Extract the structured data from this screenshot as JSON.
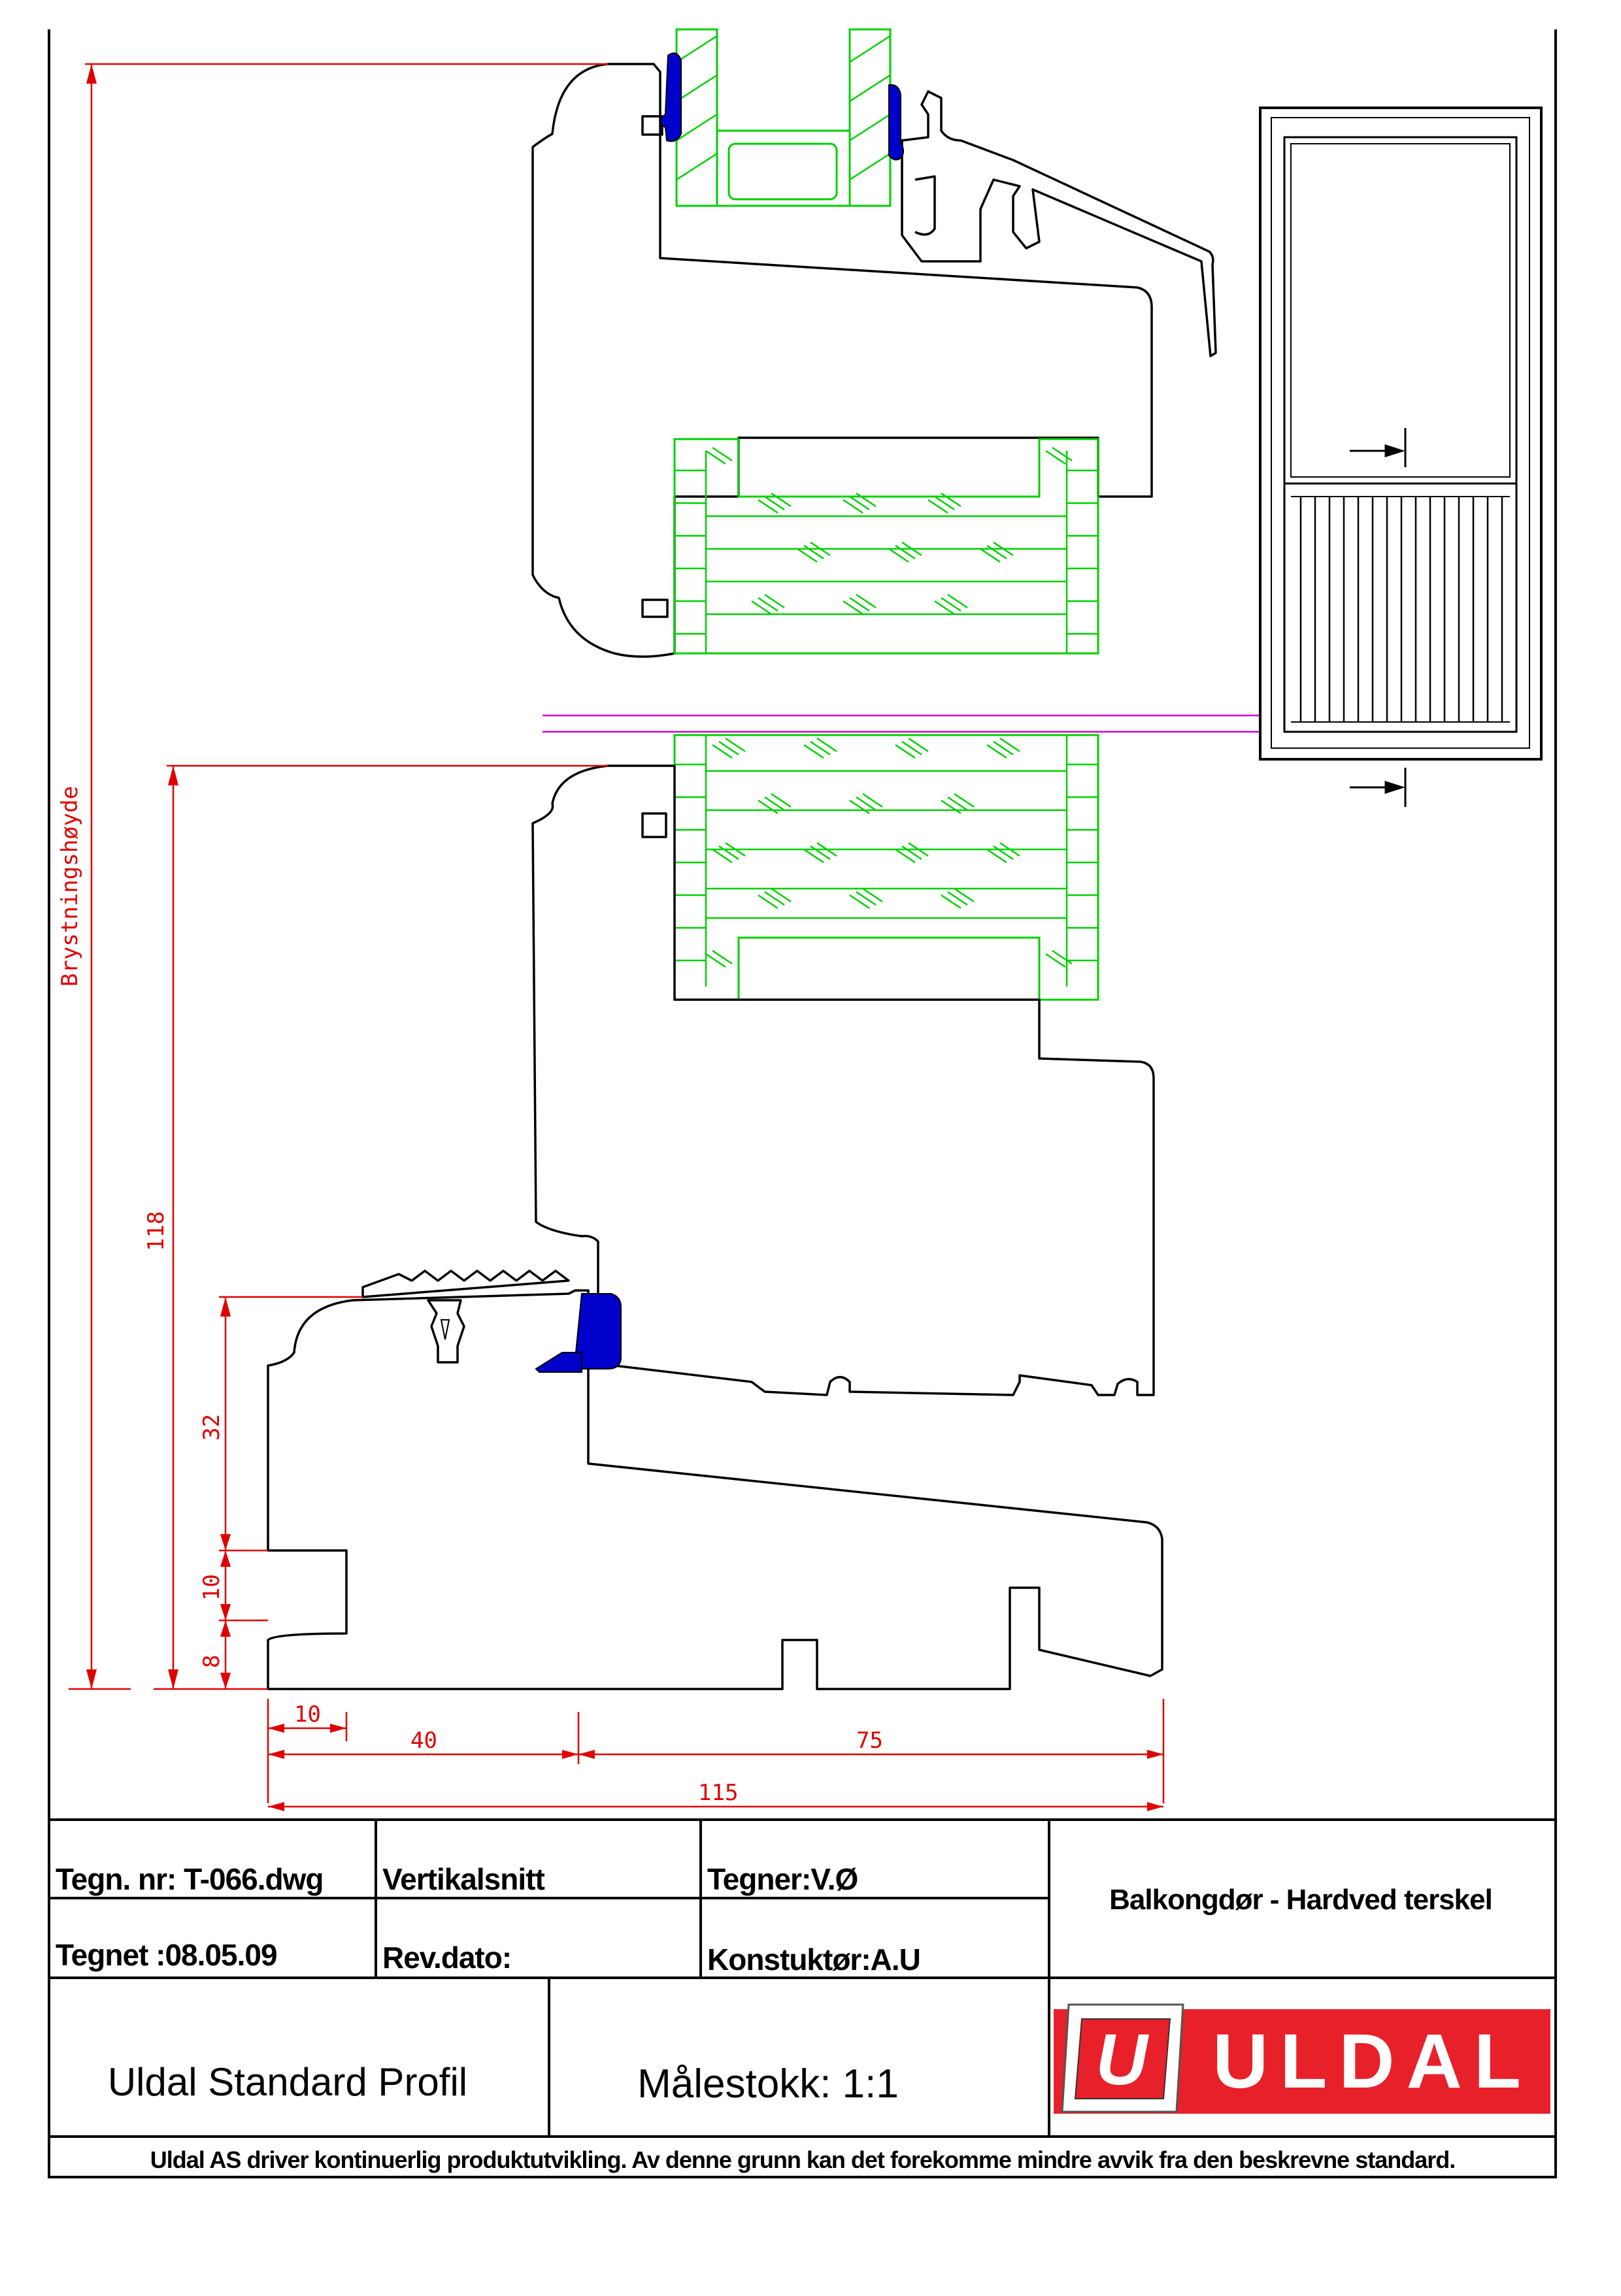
{
  "drawing": {
    "label_left": "Brystningshøyde",
    "dims": {
      "d118": "118",
      "d32": "32",
      "d10v": "10",
      "d8": "8",
      "d10h": "10",
      "d40": "40",
      "d75": "75",
      "d115": "115"
    }
  },
  "title_block": {
    "drawing_no": "Tegn. nr: T-066.dwg",
    "section": "Vertikalsnitt",
    "drawn_by": "Tegner:V.Ø",
    "product": "Balkongdør - Hardved terskel",
    "date": "Tegnet :08.05.09",
    "rev_date": "Rev.dato:",
    "designer": "Konstuktør:A.U",
    "profile_name": "Uldal Standard Profil",
    "scale": "Målestokk: 1:1",
    "logo_letter": "U",
    "logo_text": "ULDAL",
    "disclaimer": "Uldal AS driver kontinuerlig produktutvikling. Av denne grunn kan det forekomme mindre avvik fra den beskrevne standard."
  },
  "colors": {
    "dimension": "#e00000",
    "timber": "#00d000",
    "gasket": "#0000cc",
    "cutline": "#d000d0",
    "logo_red": "#e8202a"
  }
}
